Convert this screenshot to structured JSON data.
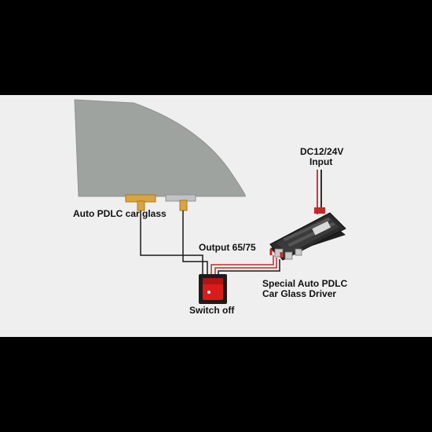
{
  "labels": {
    "glass": "Auto PDLC  car glass",
    "input_line1": "DC12/24V",
    "input_line2": "Input",
    "output": "Output 65/75",
    "driver_line1": "Special Auto PDLC",
    "driver_line2": "Car Glass Driver",
    "switch": "Switch off"
  },
  "colors": {
    "background": "#efefef",
    "letterbox": "#000000",
    "glass": "#9fa3a0",
    "wire_dark": "#1a1a1a",
    "wire_red": "#c62828",
    "switch_body": "#1c1c1c",
    "switch_rocker": "#d81b1b",
    "connector_gold": "#d9a441",
    "connector_silver": "#bfc3c6",
    "driver_body": "#2b2b2b"
  },
  "icons": {
    "switch": "rocker-switch-icon",
    "driver": "inverter-driver-icon"
  }
}
